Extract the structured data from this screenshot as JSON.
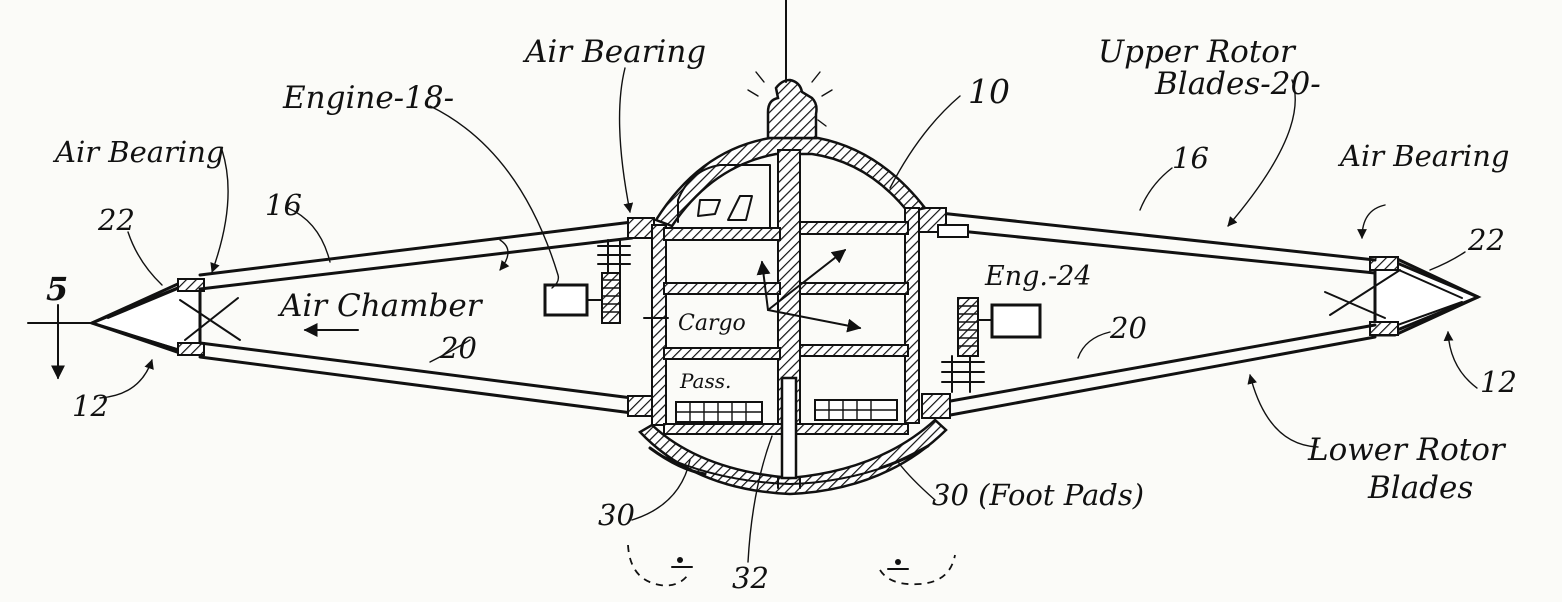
{
  "labels": {
    "air_bearing_top": "Air Bearing",
    "engine_18": "Engine-18-",
    "upper_rotor_line1": "Upper Rotor",
    "upper_rotor_line2": "Blades-20-",
    "ref_10": "10",
    "air_bearing_left": "Air Bearing",
    "air_bearing_right": "Air Bearing",
    "ref_22_left": "22",
    "ref_22_right": "22",
    "ref_16_left": "16",
    "ref_16_right": "16",
    "ref_5": "5",
    "air_chamber": "Air Chamber",
    "ref_20_left": "20",
    "ref_20_right": "20",
    "cargo": "Cargo",
    "pass": "Pass.",
    "eng_24": "Eng.-24",
    "ref_12_left": "12",
    "ref_12_right": "12",
    "lower_rotor_line1": "Lower Rotor",
    "lower_rotor_line2": "Blades",
    "ref_30_left": "30",
    "ref_30_right": "30 (Foot Pads)",
    "ref_32": "32"
  }
}
